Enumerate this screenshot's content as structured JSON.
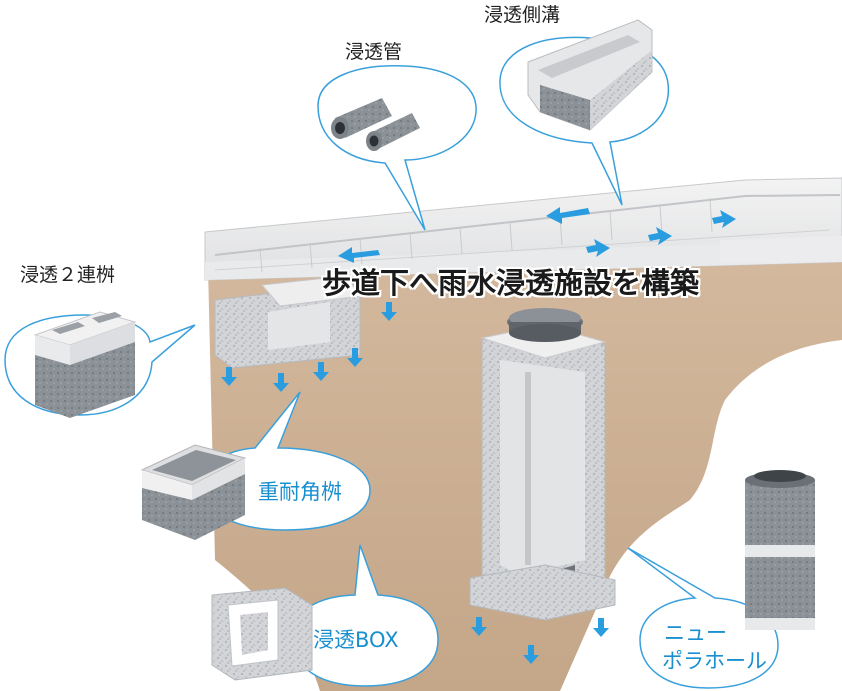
{
  "headline": "歩道下へ雨水浸透施設を構築",
  "labels": {
    "pipe": "浸透管",
    "side_ditch": "浸透側溝",
    "double_basin": "浸透２連桝",
    "heavy_basin": "重耐角桝",
    "box": "浸透BOX",
    "new_pora_line1": "ニュー",
    "new_pora_line2": "ポラホール"
  },
  "colors": {
    "soil": "#c9ad92",
    "callout_stroke": "#3aa0dc",
    "arrow": "#2a9de0",
    "concrete": "#d6d8dc"
  }
}
